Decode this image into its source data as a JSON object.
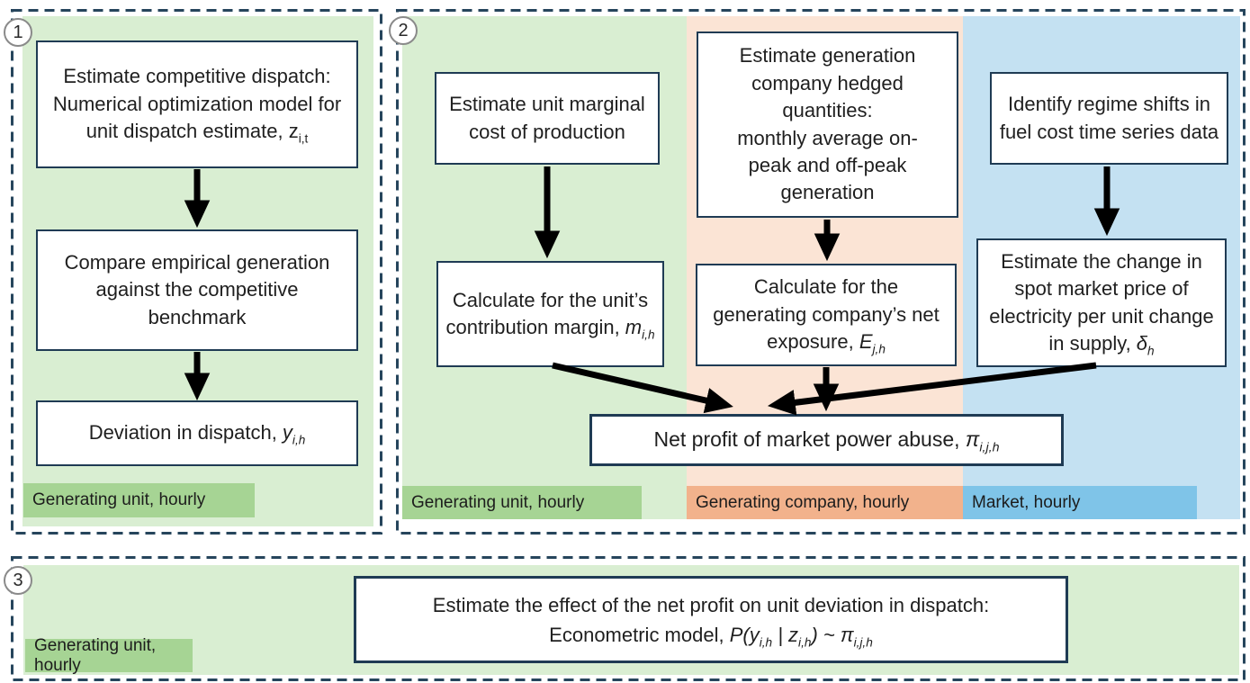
{
  "colors": {
    "light_green": "#d9eed2",
    "dark_green": "#a6d494",
    "light_orange": "#fbe4d5",
    "dark_orange": "#f2b28c",
    "light_blue": "#c4e1f2",
    "dark_blue": "#7fc4e8",
    "box_border": "#1f3b54",
    "dashed_border": "#26455c",
    "arrow": "#000000"
  },
  "sections": [
    {
      "badge": "1",
      "domain_label": "Generating unit, hourly",
      "boxes": {
        "competitive_dispatch": [
          {
            "t": "Estimate competitive dispatch: Numerical optimization model for unit dispatch estimate, "
          },
          {
            "t": "z"
          },
          {
            "t": "i,t",
            "sub": true
          }
        ],
        "compare_generation": [
          {
            "t": "Compare empirical generation against the competitive benchmark"
          }
        ],
        "deviation": [
          {
            "t": "Deviation in dispatch, "
          },
          {
            "t": "y",
            "i": true
          },
          {
            "t": "i,h",
            "sub": true,
            "i": true
          }
        ]
      }
    },
    {
      "badge": "2",
      "columns": [
        {
          "label": "Generating unit, hourly",
          "top_box": [
            {
              "t": "Estimate unit marginal cost of production"
            }
          ],
          "mid_box": [
            {
              "t": "Calculate for the unit’s contribution margin, "
            },
            {
              "t": "m",
              "i": true
            },
            {
              "t": "i,h",
              "sub": true,
              "i": true
            }
          ]
        },
        {
          "label": "Generating company, hourly",
          "top_box": [
            {
              "t": "Estimate generation"
            },
            {
              "br": true
            },
            {
              "t": "company hedged"
            },
            {
              "br": true
            },
            {
              "t": "quantities:"
            },
            {
              "br": true
            },
            {
              "t": "monthly average on-"
            },
            {
              "br": true
            },
            {
              "t": "peak and off-peak"
            },
            {
              "br": true
            },
            {
              "t": "generation"
            }
          ],
          "mid_box": [
            {
              "t": "Calculate for the generating company’s net exposure, "
            },
            {
              "t": "E",
              "i": true
            },
            {
              "t": "j,h",
              "sub": true,
              "i": true
            }
          ]
        },
        {
          "label": "Market, hourly",
          "top_box": [
            {
              "t": "Identify regime shifts in fuel cost time series data"
            }
          ],
          "mid_box": [
            {
              "t": "Estimate the change in spot market price of electricity per unit change in supply, "
            },
            {
              "t": "δ",
              "i": true
            },
            {
              "t": "h",
              "sub": true,
              "i": true
            }
          ]
        }
      ],
      "result_box": [
        {
          "t": "Net profit of market power abuse, "
        },
        {
          "t": "π",
          "i": true
        },
        {
          "t": "i,j,h",
          "sub": true,
          "i": true
        }
      ]
    },
    {
      "badge": "3",
      "domain_label": "Generating unit, hourly",
      "box": [
        {
          "t": "Estimate the effect of the net profit on unit deviation in dispatch:"
        },
        {
          "br": true
        },
        {
          "t": "Econometric model, "
        },
        {
          "t": "P(y",
          "i": true
        },
        {
          "t": "i,h",
          "sub": true,
          "i": true
        },
        {
          "t": " | ",
          "i": true
        },
        {
          "t": "z",
          "i": true
        },
        {
          "t": "i,h",
          "sub": true,
          "i": true
        },
        {
          "t": ") ~ ",
          "i": true
        },
        {
          "t": "π",
          "i": true
        },
        {
          "t": "i,j,h",
          "sub": true,
          "i": true
        }
      ]
    }
  ]
}
